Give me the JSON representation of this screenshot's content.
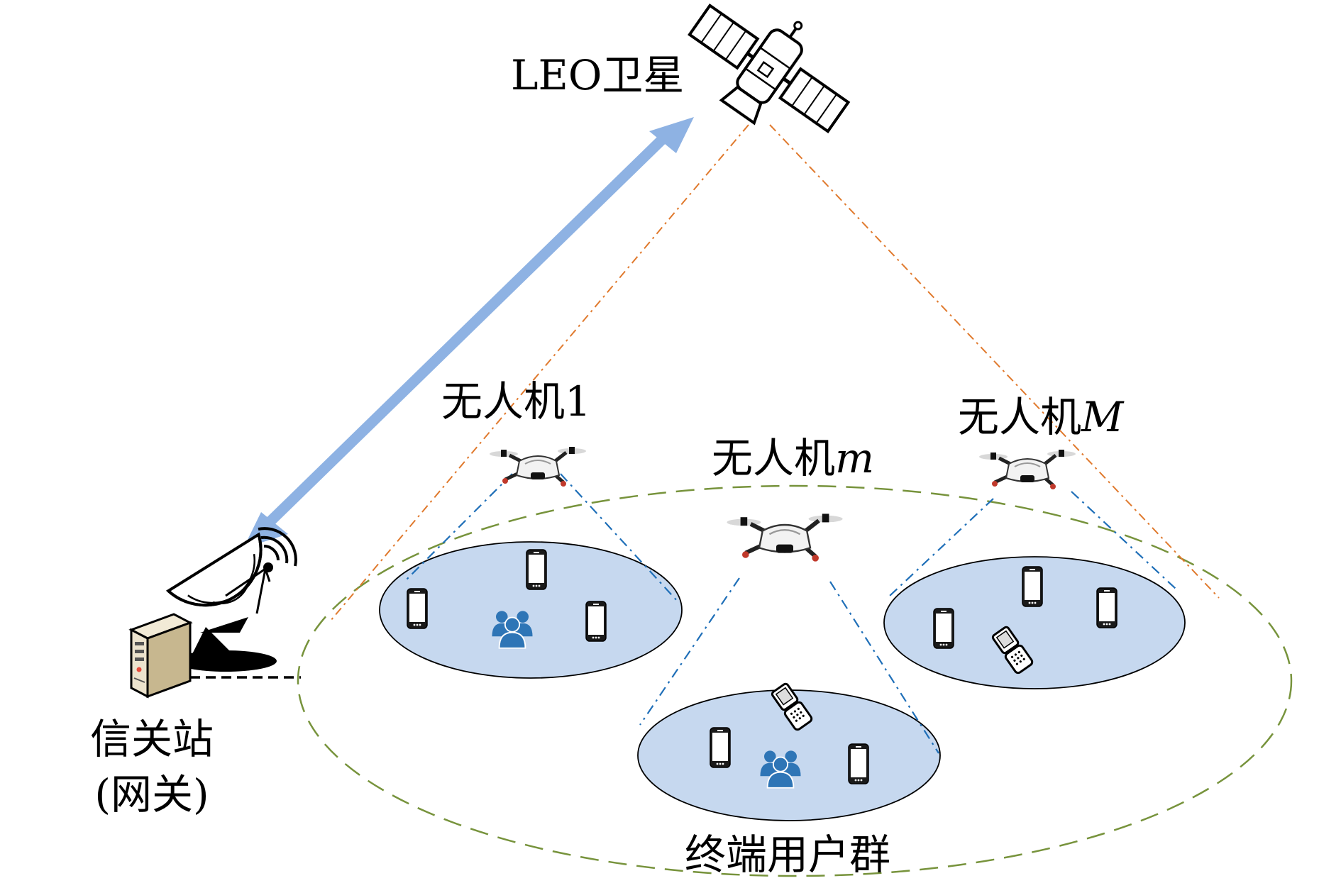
{
  "labels": {
    "satellite": "LEO卫星",
    "uav_1": "无人机1",
    "uav_m_prefix": "无人机",
    "uav_m_var": "m",
    "uav_M_prefix": "无人机",
    "uav_M_var": "M",
    "gateway_line1": "信关站",
    "gateway_line2": "(网关)",
    "user_group": "终端用户群"
  },
  "colors": {
    "feeder_link": "#8eb2e3",
    "satellite_beam": "#e07a2e",
    "uav_beam": "#1f6fb8",
    "coverage_boundary": "#77933c",
    "cluster_fill": "#c6d8ef",
    "people_icon": "#2e75b6"
  },
  "icons": [
    "satellite-icon",
    "drone-icon",
    "phone-icon",
    "people-icon",
    "flip-phone-icon",
    "dish-antenna-icon",
    "server-icon"
  ]
}
